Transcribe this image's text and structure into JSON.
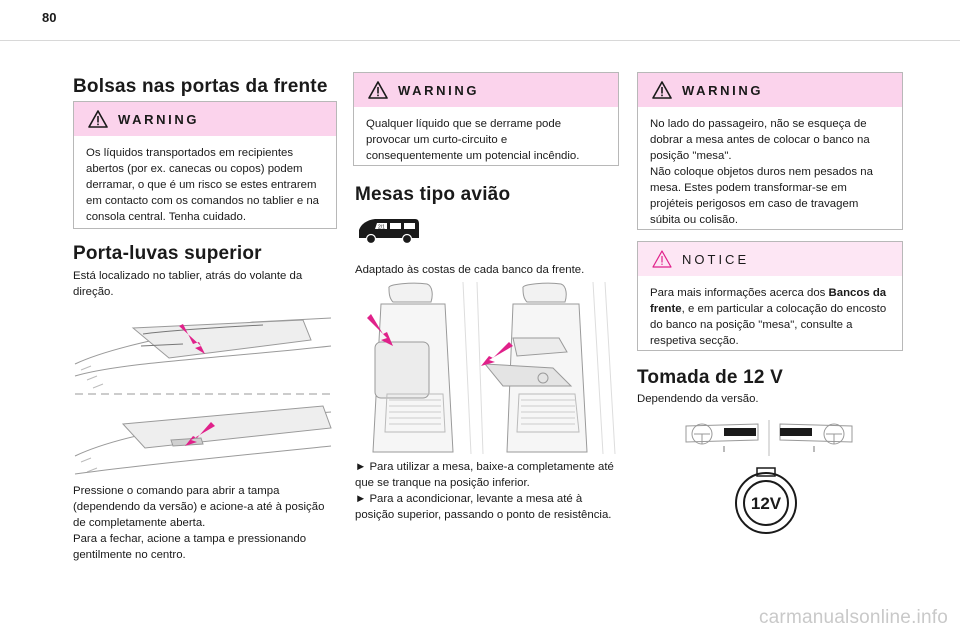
{
  "page": {
    "number": "80",
    "watermark": "carmanualsonline.info"
  },
  "col1": {
    "title": "Bolsas nas portas da frente",
    "warning": {
      "label": "WARNING",
      "text": "Os líquidos transportados em recipientes abertos (por ex. canecas ou copos) podem derramar, o que é um risco se estes entrarem em contacto com os comandos no tablier e na consola central. Tenha cuidado."
    },
    "glovebox_title": "Porta-luvas superior",
    "glovebox_intro": "Está localizado no tablier, atrás do volante da direção.",
    "glovebox_steps": [
      "Pressione o comando para abrir a tampa (dependendo da versão) e acione-a até à posição de completamente aberta.",
      "Para a fechar, acione a tampa e pressionando gentilmente no centro."
    ]
  },
  "col2": {
    "warning": {
      "label": "WARNING",
      "text": "Qualquer líquido que se derrame pode provocar um curto-circuito e consequentemente um potencial incêndio."
    },
    "tables_title": "Mesas tipo avião",
    "tables_intro": "Adaptado às costas de cada banco da frente.",
    "steps": [
      "► Para utilizar a mesa, baixe-a completamente até que se tranque na posição inferior.",
      "► Para a acondicionar, levante a mesa até à posição superior, passando o ponto de resistência."
    ]
  },
  "col3": {
    "warning": {
      "label": "WARNING",
      "lines": [
        "No lado do passageiro, não se esqueça de dobrar a mesa antes de colocar o banco na posição \"mesa\".",
        "Não coloque objetos duros nem pesados na mesa. Estes podem transformar-se em projéteis perigosos em caso de travagem súbita ou colisão."
      ]
    },
    "notice": {
      "label": "NOTICE",
      "text_before": "Para mais informações acerca dos ",
      "text_bold": "Bancos da frente",
      "text_after": ", e em particular a colocação do encosto do banco na posição \"mesa\", consulte a respetiva secção."
    },
    "socket_title": "Tomada de 12 V",
    "socket_intro": "Dependendo da versão.",
    "socket_label": "12V"
  },
  "colors": {
    "warning_header": "#fbd3ec",
    "notice_header": "#fde6f4",
    "arrow": "#e0218a",
    "triangle_stroke": "#e0218a"
  }
}
